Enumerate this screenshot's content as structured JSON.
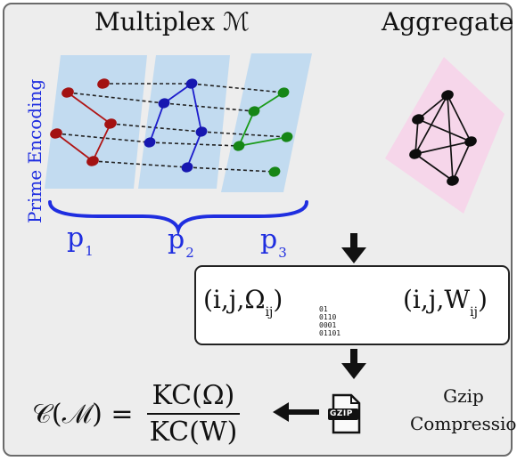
{
  "titles": {
    "multiplex": "Multiplex ℳ",
    "aggregate": "Aggregate",
    "prime_encoding": "Prime Encoding"
  },
  "layers": [
    {
      "label": "p",
      "sub": "1",
      "color": "#b01515"
    },
    {
      "label": "p",
      "sub": "2",
      "color": "#1c1ccc"
    },
    {
      "label": "p",
      "sub": "3",
      "color": "#1a9b1a"
    }
  ],
  "process": {
    "left_tuple": "(i,j,Ω",
    "left_sub": "ij",
    "right_tuple": "(i,j,W",
    "right_sub": "ij",
    "bits": "01\n0110\n0001\n01101"
  },
  "gzip": {
    "icon_text": "GZIP",
    "label_line1": "Gzip",
    "label_line2": "Compression"
  },
  "formula": {
    "lhs": "𝒞(ℳ) =",
    "numerator": "KC(Ω)",
    "denominator": "KC(W)"
  },
  "colors": {
    "layer_plane": "#bcd8f0",
    "aggregate_plane": "#f7d5ea",
    "prime_text": "#1f2ee0"
  }
}
